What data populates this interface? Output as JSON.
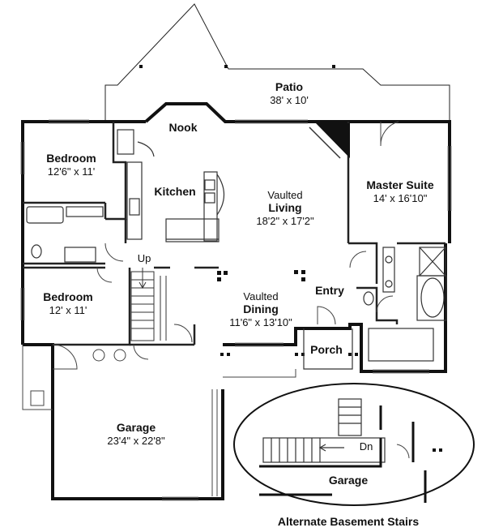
{
  "rooms": {
    "patio": {
      "name": "Patio",
      "size": "38' x 10'"
    },
    "nook": {
      "name": "Nook"
    },
    "bedroom1": {
      "name": "Bedroom",
      "size": "12'6\" x 11'"
    },
    "kitchen": {
      "name": "Kitchen"
    },
    "living": {
      "prefix": "Vaulted",
      "name": "Living",
      "size": "18'2\" x 17'2\""
    },
    "master": {
      "name": "Master Suite",
      "size": "14' x 16'10\""
    },
    "bedroom2": {
      "name": "Bedroom",
      "size": "12' x 11'"
    },
    "dining": {
      "prefix": "Vaulted",
      "name": "Dining",
      "size": "11'6\" x 13'10\""
    },
    "entry": {
      "name": "Entry"
    },
    "porch": {
      "name": "Porch"
    },
    "garage": {
      "name": "Garage",
      "size": "23'4\" x 22'8\""
    }
  },
  "stairs": {
    "up_label": "Up",
    "down_label": "Dn"
  },
  "inset": {
    "garage_label": "Garage",
    "caption": "Alternate Basement Stairs"
  }
}
